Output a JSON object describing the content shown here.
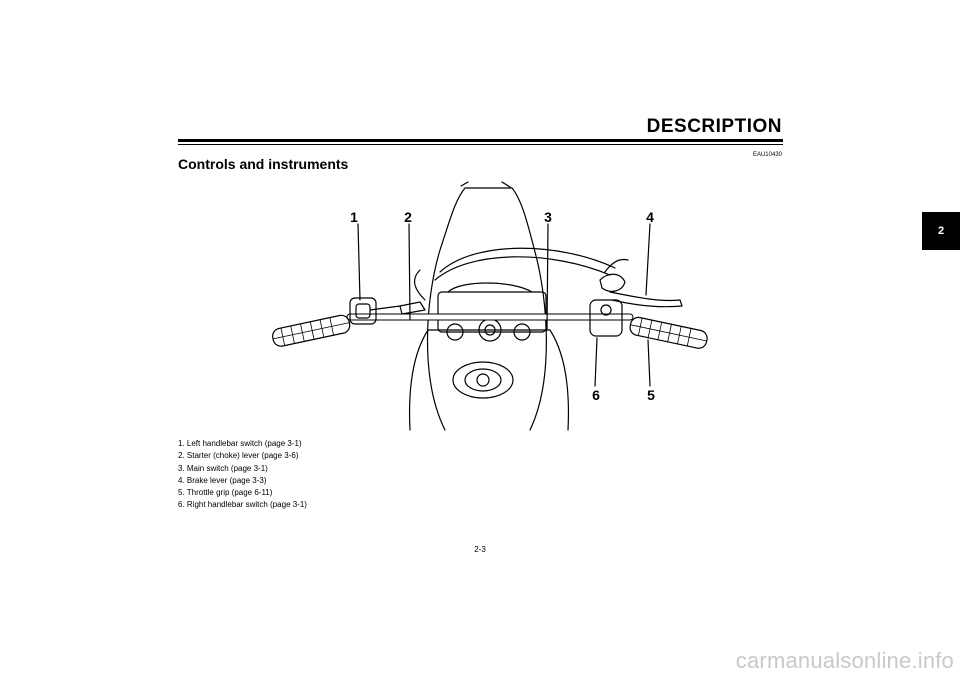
{
  "header": {
    "section_title": "DESCRIPTION",
    "section_code": "EAU10430",
    "heading": "Controls and instruments",
    "chapter_tab": "2"
  },
  "figure": {
    "callout_labels": [
      "1",
      "2",
      "3",
      "4",
      "5",
      "6"
    ]
  },
  "captions": [
    "1. Left handlebar switch (page 3-1)",
    "2. Starter (choke) lever (page 3-6)",
    "3. Main switch (page 3-1)",
    "4. Brake lever (page 3-3)",
    "5. Throttle grip (page 6-11)",
    "6. Right handlebar switch (page 3-1)"
  ],
  "footer": {
    "page_number": "2-3",
    "watermark": "carmanualsonline.info"
  }
}
